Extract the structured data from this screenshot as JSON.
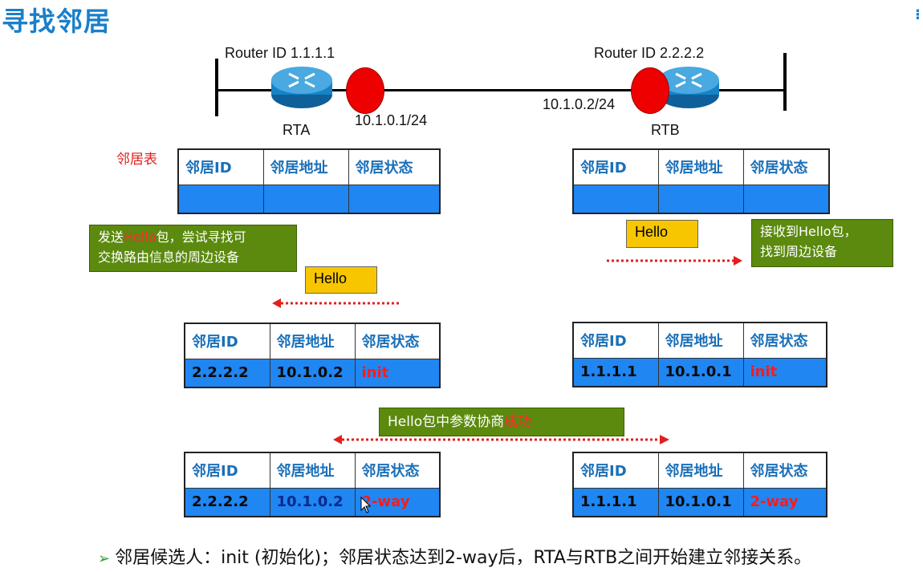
{
  "title": "寻找邻居",
  "rta": {
    "router_id_label": "Router ID  1.1.1.1",
    "name": "RTA",
    "ip": "10.1.0.1/24"
  },
  "rtb": {
    "router_id_label": "Router ID  2.2.2.2",
    "name": "RTB",
    "ip": "10.1.0.2/24"
  },
  "neighbor_table_label": "邻居表",
  "headers": [
    "邻居ID",
    "邻居地址",
    "邻居状态"
  ],
  "left_note": {
    "pre": "发送",
    "hl": "Hello",
    "post": "包，尝试寻找可",
    "line2": "交换路由信息的周边设备"
  },
  "right_note": {
    "line1": "接收到Hello包，",
    "line2": "找到周边设备"
  },
  "hello_label": "Hello",
  "negotiation": {
    "pre": "Hello包中参数协商",
    "hl": "成功"
  },
  "tables": {
    "rta_init": {
      "id": "2.2.2.2",
      "addr": "10.1.0.2",
      "state": "init"
    },
    "rtb_init": {
      "id": "1.1.1.1",
      "addr": "10.1.0.1",
      "state": "init"
    },
    "rta_2way": {
      "id": "2.2.2.2",
      "addr": "10.1.0.2",
      "state": "2-way"
    },
    "rtb_2way": {
      "id": "1.1.1.1",
      "addr": "10.1.0.1",
      "state": "2-way"
    }
  },
  "caption": "邻居候选人：init (初始化)；邻居状态达到2-way后，RTA与RTB之间开始建立邻接关系。",
  "colors": {
    "title": "#1a7fc9",
    "table_row": "#1f86f2",
    "hello": "#f7c600",
    "note": "#5b8a0e",
    "arrow": "#e02020"
  }
}
